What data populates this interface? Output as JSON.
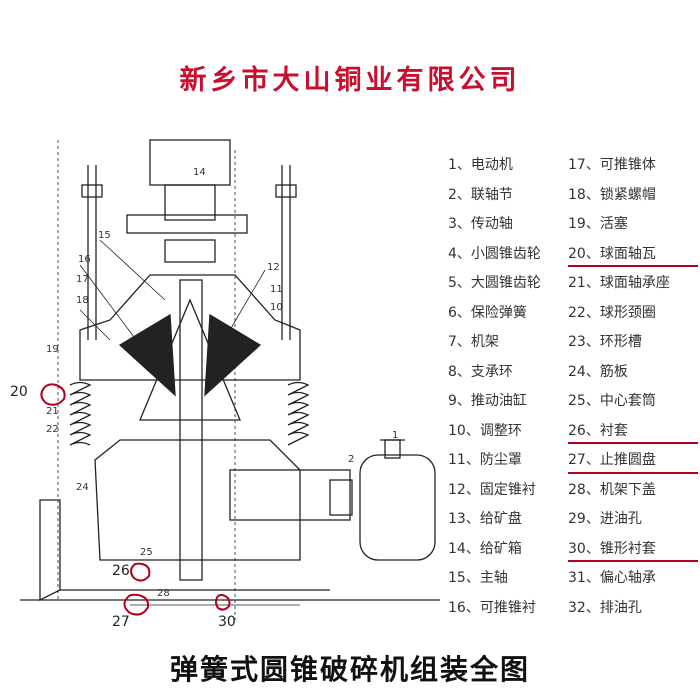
{
  "title": {
    "company": "新乡市大山铜业有限公司",
    "caption": "弹簧式圆锥破碎机组装全图"
  },
  "colors": {
    "company_text": "#c8102e",
    "annotation": "#b3001b",
    "line": "#222222"
  },
  "legend": {
    "left": [
      {
        "label": "1、电动机",
        "marked": false
      },
      {
        "label": "2、联轴节",
        "marked": false
      },
      {
        "label": "3、传动轴",
        "marked": false
      },
      {
        "label": "4、小圆锥齿轮",
        "marked": false
      },
      {
        "label": "5、大圆锥齿轮",
        "marked": false
      },
      {
        "label": "6、保险弹簧",
        "marked": false
      },
      {
        "label": "7、机架",
        "marked": false
      },
      {
        "label": "8、支承环",
        "marked": false
      },
      {
        "label": "9、推动油缸",
        "marked": false
      },
      {
        "label": "10、调整环",
        "marked": false
      },
      {
        "label": "11、防尘罩",
        "marked": false
      },
      {
        "label": "12、固定锥衬",
        "marked": false
      },
      {
        "label": "13、给矿盘",
        "marked": false
      },
      {
        "label": "14、给矿箱",
        "marked": false
      },
      {
        "label": "15、主轴",
        "marked": false
      },
      {
        "label": "16、可推锥衬",
        "marked": false
      }
    ],
    "right": [
      {
        "label": "17、可推锥体",
        "marked": false
      },
      {
        "label": "18、锁紧螺帽",
        "marked": false
      },
      {
        "label": "19、活塞",
        "marked": false
      },
      {
        "label": "20、球面轴瓦",
        "marked": true
      },
      {
        "label": "21、球面轴承座",
        "marked": false
      },
      {
        "label": "22、球形颈圈",
        "marked": false
      },
      {
        "label": "23、环形槽",
        "marked": false
      },
      {
        "label": "24、筋板",
        "marked": false
      },
      {
        "label": "25、中心套筒",
        "marked": false
      },
      {
        "label": "26、衬套",
        "marked": true
      },
      {
        "label": "27、止推圆盘",
        "marked": true
      },
      {
        "label": "28、机架下盖",
        "marked": false
      },
      {
        "label": "29、进油孔",
        "marked": false
      },
      {
        "label": "30、锥形衬套",
        "marked": true
      },
      {
        "label": "31、偏心轴承",
        "marked": false
      },
      {
        "label": "32、排油孔",
        "marked": false
      }
    ]
  },
  "callouts": {
    "c20": "20",
    "c26": "26",
    "c27": "27",
    "c30": "30"
  },
  "drawing_labels": {
    "l14": "14",
    "l15": "15",
    "l16": "16",
    "l17": "17",
    "l18": "18",
    "l19": "19",
    "l21": "21",
    "l22": "22",
    "l24": "24",
    "l25": "25",
    "l28": "28",
    "l12": "12",
    "l11": "11",
    "l10": "10",
    "l2": "2",
    "l1": "1"
  }
}
